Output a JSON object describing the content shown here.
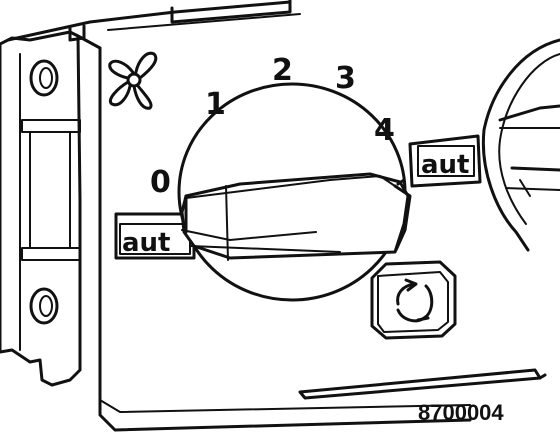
{
  "panel": {
    "fan_icon": "fan-icon",
    "dial_labels": [
      "0",
      "1",
      "2",
      "3",
      "4"
    ],
    "auto_label_left": "aut",
    "auto_label_right": "aut",
    "recirc_icon": "recirculation-icon"
  },
  "figure": {
    "reference_number": "8700004"
  },
  "colors": {
    "ink": "#111111",
    "paper": "#ffffff"
  }
}
